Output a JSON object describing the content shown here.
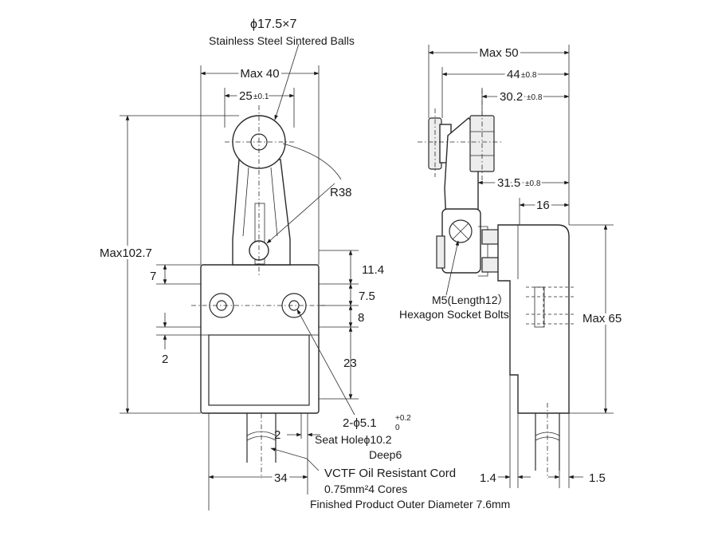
{
  "front": {
    "ball_spec": "ϕ17.5×7",
    "ball_material": "Stainless Steel Sintered Balls",
    "max_width": "Max 40",
    "width_25": "25",
    "tol_01": "±0.1",
    "radius": "R38",
    "max_height": "Max102.7",
    "dim_7": "7",
    "dim_11_4": "11.4",
    "dim_7_5": "7.5",
    "dim_8": "8",
    "dim_2_left": "2",
    "dim_23": "23",
    "hole_spec": "2-ϕ5.1",
    "hole_tol_plus": "+0.2",
    "hole_tol_zero": "0",
    "dim_2_cord": "2",
    "seat_hole": "Seat Holeϕ10.2",
    "deep": "Deep6",
    "dim_34": "34",
    "cord_type": "VCTF Oil Resistant Cord",
    "cord_size": "0.75mm²4 Cores",
    "cord_diameter": "Finished Product  Outer Diameter 7.6mm"
  },
  "side": {
    "max_50": "Max 50",
    "dim_44": "44",
    "dim_30_2": "30.2",
    "dim_31_5": "31.5",
    "tol_08": "±0.8",
    "dim_16": "16",
    "max_65": "Max 65",
    "bolt_spec": "M5(Length12）",
    "bolt_type": "Hexagon Socket Bolts",
    "dim_1_4": "1.4",
    "dim_1_5": "1.5"
  }
}
